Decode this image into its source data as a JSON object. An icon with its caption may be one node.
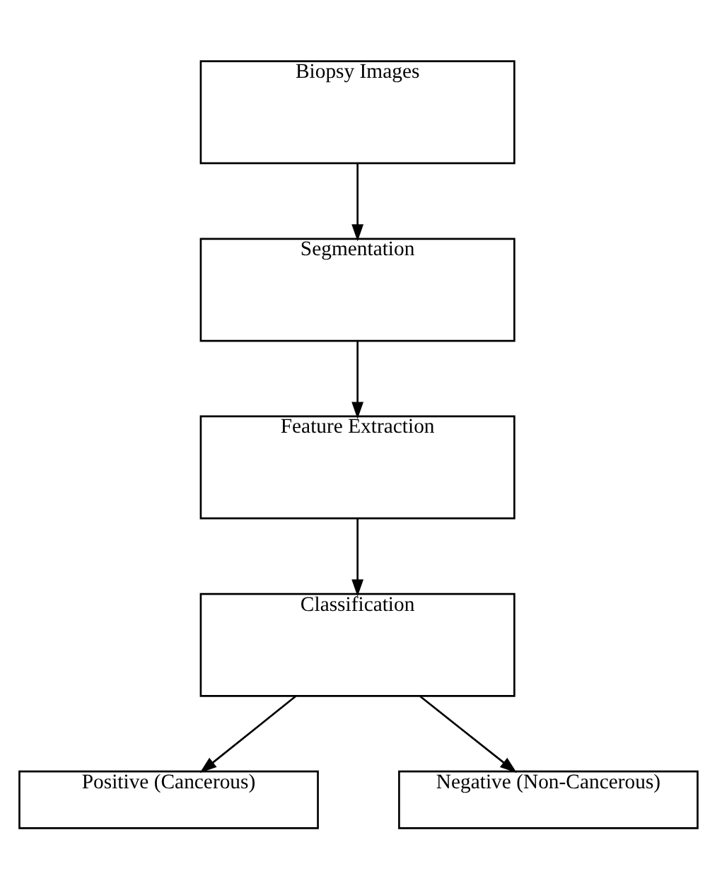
{
  "diagram": {
    "nodes": [
      {
        "text": [
          "Biopsy Images"
        ]
      },
      {
        "text": [
          "Segmentation"
        ]
      },
      {
        "text": [
          "Feature Extraction"
        ]
      },
      {
        "text": [
          "Classification"
        ]
      },
      {
        "text": [
          "Positive (Cancerous)"
        ]
      },
      {
        "text": [
          "Negative (Non-Cancerous)"
        ]
      }
    ],
    "edges": [
      {
        "from": 0,
        "to": 1,
        "arrow": "to"
      },
      {
        "from": 1,
        "to": 2,
        "arrow": "to"
      },
      {
        "from": 2,
        "to": 3,
        "arrow": "to"
      },
      {
        "from": 3,
        "to": 4,
        "arrow": "to"
      },
      {
        "from": 3,
        "to": 5,
        "arrow": "to"
      }
    ]
  }
}
